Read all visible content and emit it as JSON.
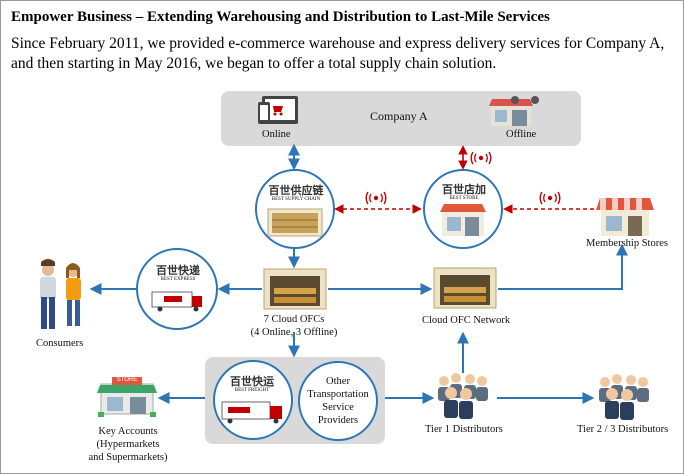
{
  "header": {
    "title": "Empower Business – Extending Warehousing and Distribution to Last-Mile Services",
    "intro_line1": "Since February 2011, we provided e-commerce warehouse and express delivery services for Company A,",
    "intro_line2": "and then starting in May 2016, we began to offer a total supply chain solution."
  },
  "diagram": {
    "company_box": {
      "label": "Company A",
      "online": "Online",
      "offline": "Offline"
    },
    "supply_chain": {
      "brand_cn": "百世供应链",
      "brand_en": "BEST SUPPLY CHAIN"
    },
    "best_store": {
      "brand_cn": "百世店加",
      "brand_en": "BEST STORE"
    },
    "express": {
      "brand_cn": "百世快递",
      "brand_en": "BEST EXPRESS"
    },
    "freight": {
      "brand_cn": "百世快运",
      "brand_en": "BEST FREIGHT"
    },
    "membership": "Membership Stores",
    "consumers": "Consumers",
    "cloud_ofcs": {
      "line1": "7 Cloud OFCs",
      "line2": "(4 Online, 3 Offline)"
    },
    "ofc_network": "Cloud OFC Network",
    "other_transport": {
      "l1": "Other",
      "l2": "Transportation",
      "l3": "Service",
      "l4": "Providers"
    },
    "key_accounts": {
      "l1": "Key Accounts",
      "l2": "(Hypermarkets",
      "l3": "and Supermarkets)",
      "sign": "STORE"
    },
    "tier1": "Tier 1 Distributors",
    "tier23": "Tier 2 / 3 Distributors"
  },
  "colors": {
    "arrow_blue": "#2e75b6",
    "arrow_red": "#c00000",
    "panel_gray": "#d9d9d9",
    "circle_border": "#2e75b6"
  }
}
